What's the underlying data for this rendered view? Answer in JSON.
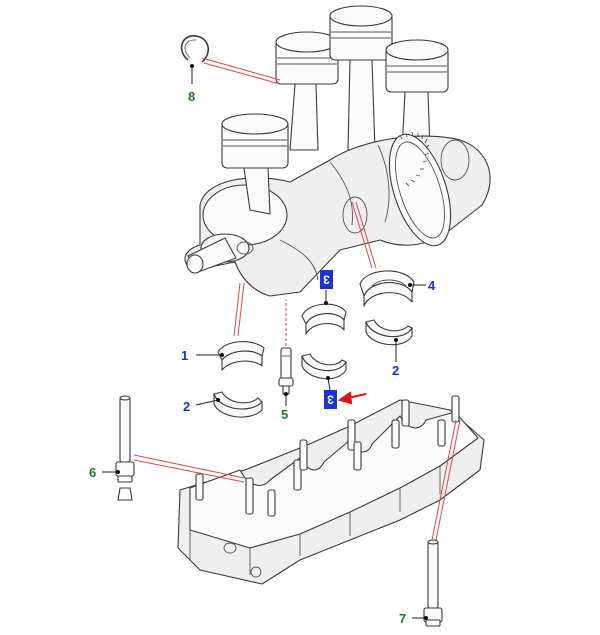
{
  "colors": {
    "callout_blue": "#1a33d9",
    "callout_green": "#1f7a1f",
    "leader_red": "#d94b4b",
    "arrow_red": "#e01515"
  },
  "callouts": {
    "c1": "1",
    "c2a": "2",
    "c2b": "2",
    "c3a": "3",
    "c3b": "3",
    "c4": "4",
    "c5": "5",
    "c6": "6",
    "c7": "7",
    "c8": "8"
  }
}
